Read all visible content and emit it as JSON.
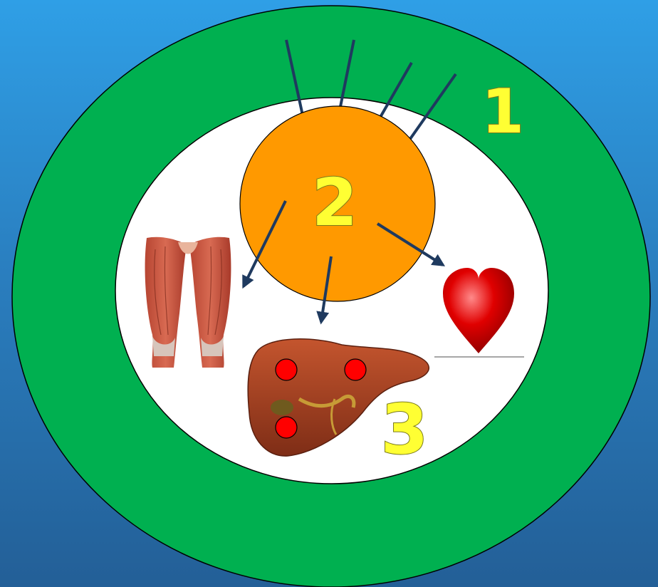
{
  "labels": {
    "outer": "1",
    "middle": "2",
    "liver": "3"
  },
  "colors": {
    "outer_ring": "#00b050",
    "inner_disc": "#ffffff",
    "center_circle": "#ff9900",
    "arrow": "#1f3a5f",
    "number": "#ffff33",
    "dot": "#ff0000",
    "heart": "#e00000",
    "muscle": "#c8553d",
    "liver": "#a8421f"
  },
  "icons": [
    "thigh-muscles-illustration",
    "liver-illustration",
    "heart-icon"
  ]
}
